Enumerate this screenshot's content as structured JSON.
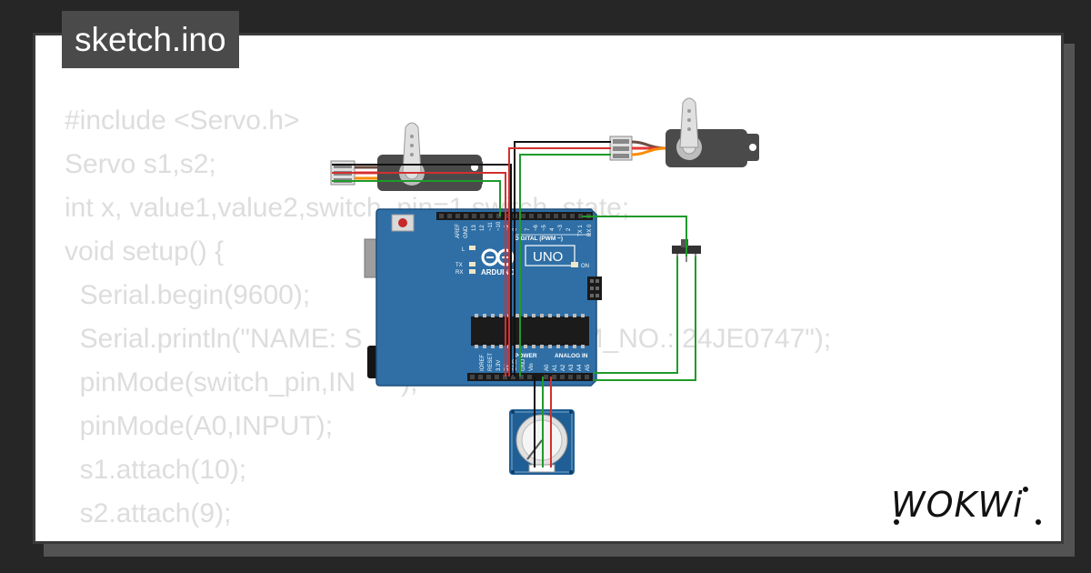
{
  "file_tab": {
    "filename": "sketch.ino"
  },
  "code_lines": [
    "#include <Servo.h>",
    "Servo s1,s2;",
    "int x, value1,value2,switch_pin=1,switch_state;",
    "void setup() {",
    "  Serial.begin(9600);",
    "  Serial.println(\"NAME: S                        ADM_NO.: 24JE0747\");",
    "  pinMode(switch_pin,IN      );",
    "  pinMode(A0,INPUT);",
    "  s1.attach(10);",
    "  s2.attach(9);",
    "}"
  ],
  "board": {
    "brand": "ARDUINO",
    "model": "UNO",
    "labels": {
      "digital": "DIGITAL (PWM ~)",
      "power": "POWER",
      "analog": "ANALOG IN",
      "on": "ON",
      "l": "L",
      "tx": "TX",
      "rx": "RX",
      "aref": "AREF",
      "gnd": "GND",
      "ioref": "IOREF",
      "reset": "RESET",
      "v33": "3.3V",
      "v5": "5V",
      "vin": "Vin"
    },
    "digital_pins": [
      "13",
      "12",
      "~11",
      "~10",
      "~9",
      "8",
      "7",
      "~6",
      "~5",
      "4",
      "~3",
      "2",
      "TX 1",
      "RX 0"
    ],
    "analog_pins": [
      "A0",
      "A1",
      "A2",
      "A3",
      "A4",
      "A5"
    ]
  },
  "logo": {
    "text": "WOKWi"
  },
  "colors": {
    "background": "#262626",
    "card": "#ffffff",
    "tab_bg": "#4a4a4a",
    "code_text": "#dddddd",
    "board_blue": "#2f6fa6",
    "wire_green": "#1f9a2a",
    "wire_red": "#d32f2f",
    "wire_black": "#111111"
  }
}
